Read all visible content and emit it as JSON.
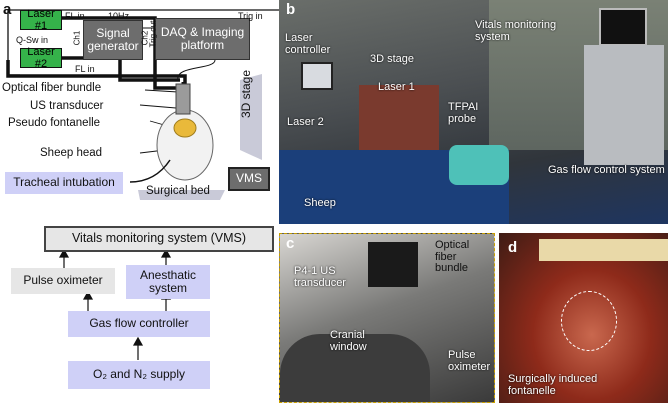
{
  "panel_labels": {
    "a": "a",
    "b": "b",
    "c": "c",
    "d": "d"
  },
  "panel_a": {
    "laser1": "Laser #1",
    "laser2": "Laser #2",
    "signal_generator": "Signal generator",
    "daq": "DAQ & Imaging platform",
    "fl_in_top": "FL in",
    "hz": "10Hz",
    "trig_in": "Trig in",
    "qsw_in": "Q-Sw in",
    "fl_in_bottom": "FL in",
    "ch1": "Ch1",
    "ch2": "Ch2",
    "trig_out": "Trig out",
    "optical_fiber_bundle": "Optical fiber bundle",
    "us_transducer": "US transducer",
    "pseudo_fontanelle": "Pseudo fontanelle",
    "sheep_head": "Sheep head",
    "stage_3d": "3D stage",
    "tracheal_intubation": "Tracheal intubation",
    "surgical_bed": "Surgical bed",
    "vms": "VMS"
  },
  "flow": {
    "vms": "Vitals monitoring system (VMS)",
    "pulse_oximeter": "Pulse oximeter",
    "anesthetic_system": "Anesthatic system",
    "gas_flow_controller": "Gas flow controller",
    "supply": "O₂ and N₂ supply"
  },
  "panel_b": {
    "laser_controller": "Laser controller",
    "stage_3d": "3D stage",
    "laser1": "Laser 1",
    "laser2": "Laser 2",
    "tfpai_probe": "TFPAI probe",
    "vitals_monitoring_system": "Vitals monitoring system",
    "gas_flow_control_system": "Gas flow control system",
    "sheep": "Sheep"
  },
  "panel_c": {
    "optical_fiber_bundle": "Optical fiber bundle",
    "us_transducer": "P4-1 US transducer",
    "cranial_window": "Cranial window",
    "pulse_oximeter": "Pulse oximeter"
  },
  "panel_d": {
    "surgically_induced_fontanelle": "Surgically induced fontanelle"
  },
  "colors": {
    "laser": "#35b24a",
    "daq": "#6d6d6d",
    "flow_box": "#cfd0f7",
    "light_box": "#e6e6e6",
    "stage": "#c9cad8"
  }
}
